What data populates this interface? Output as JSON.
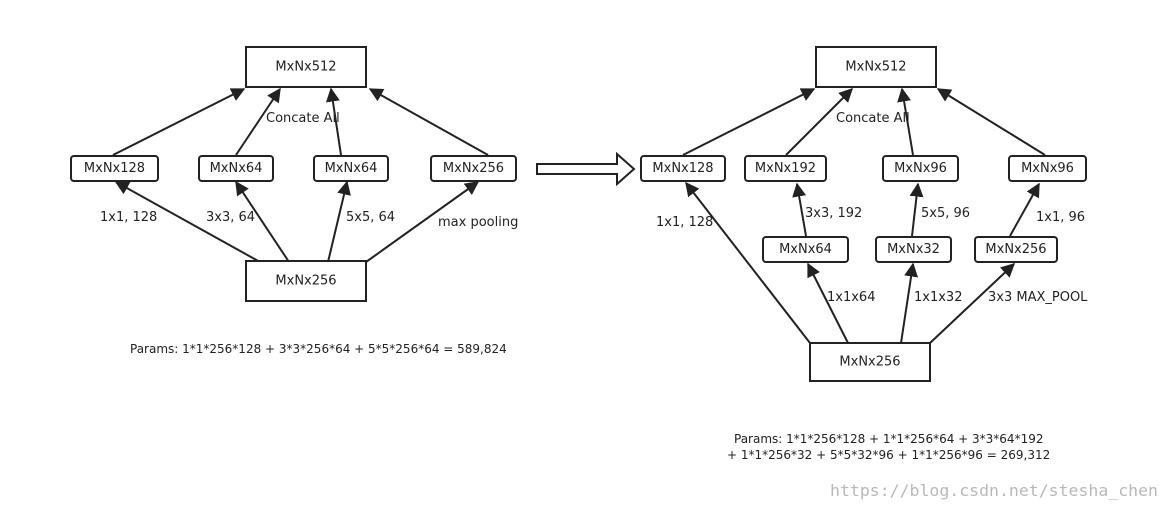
{
  "left": {
    "top": "MxNx512",
    "concat": "Concate All",
    "mid": [
      "MxNx128",
      "MxNx64",
      "MxNx64",
      "MxNx256"
    ],
    "edge_labels": [
      "1x1, 128",
      "3x3, 64",
      "5x5, 64",
      "max pooling"
    ],
    "bottom": "MxNx256",
    "params": "Params: 1*1*256*128 + 3*3*256*64 + 5*5*256*64 = 589,824"
  },
  "right": {
    "top": "MxNx512",
    "concat": "Concate All",
    "mid": [
      "MxNx128",
      "MxNx192",
      "MxNx96",
      "MxNx96"
    ],
    "upper_labels": [
      "1x1, 128",
      "3x3, 192",
      "5x5, 96",
      "1x1, 96"
    ],
    "reduce": [
      "MxNx64",
      "MxNx32",
      "MxNx256"
    ],
    "lower_labels": [
      "1x1x64",
      "1x1x32",
      "3x3 MAX_POOL"
    ],
    "bottom": "MxNx256",
    "params_line1": "Params: 1*1*256*128 + 1*1*256*64 + 3*3*64*192",
    "params_line2": "+ 1*1*256*32 + 5*5*32*96 +  1*1*256*96 = 269,312"
  },
  "watermark": "https://blog.csdn.net/stesha_chen"
}
